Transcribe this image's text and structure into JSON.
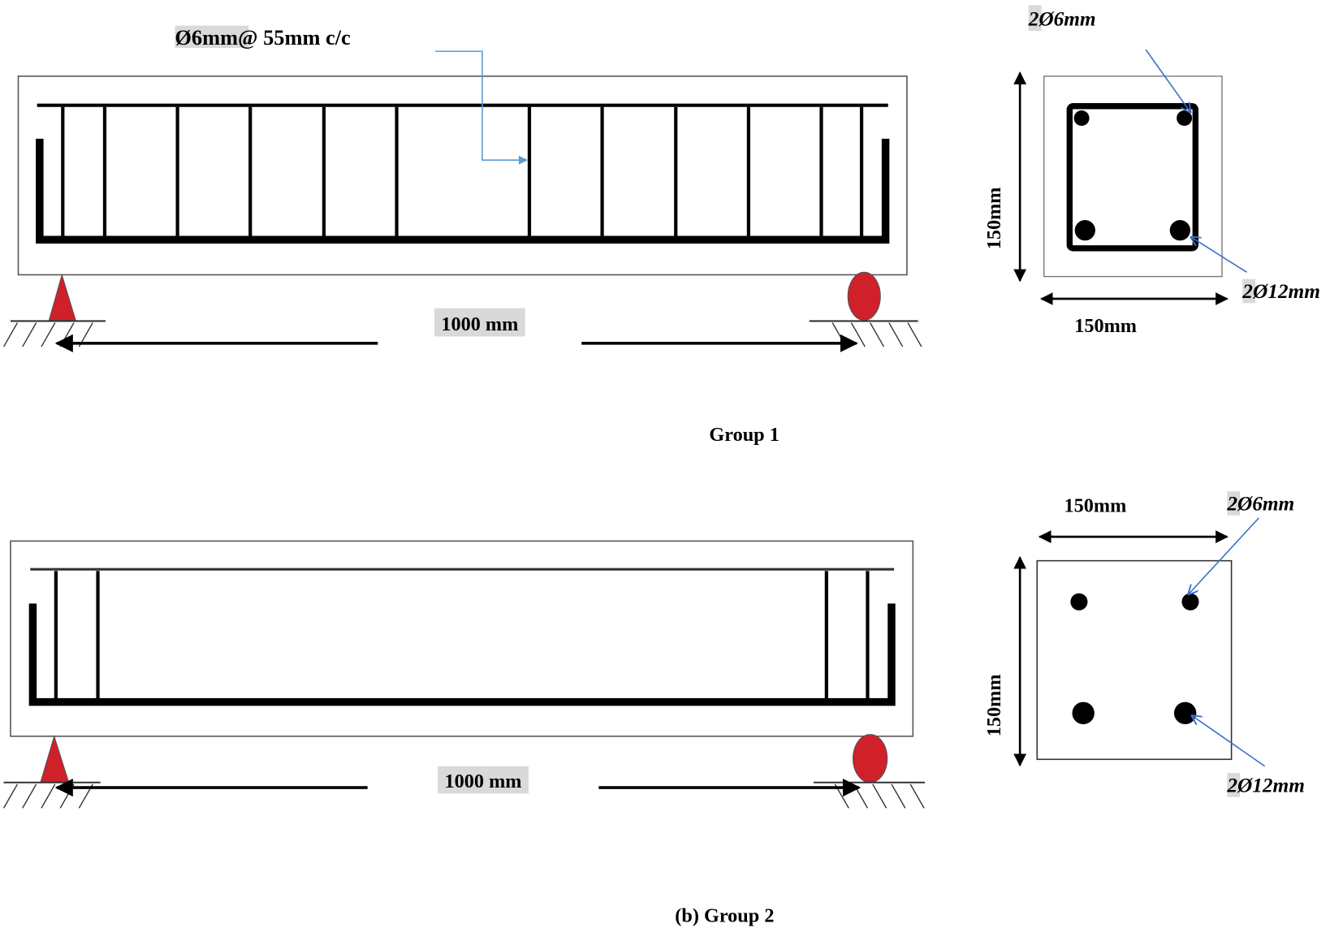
{
  "group1": {
    "stirrup_label": "Ø6mm@ 55mm c/c",
    "span_label": "1000 mm",
    "caption": "Group 1",
    "section": {
      "top_bars": "2Ø6mm",
      "bottom_bars": "2Ø12mm",
      "width": "150mm",
      "height": "150mm"
    }
  },
  "group2": {
    "span_label": "1000 mm",
    "caption": "(b) Group 2",
    "section": {
      "top_bars": "2Ø6mm",
      "bottom_bars": "2Ø12mm",
      "width": "150mm",
      "height": "150mm"
    }
  },
  "colors": {
    "support": "#d0202a",
    "callout": "#3b6fc4",
    "callout_light": "#5b9bd5",
    "highlight": "#d9d9d9"
  }
}
